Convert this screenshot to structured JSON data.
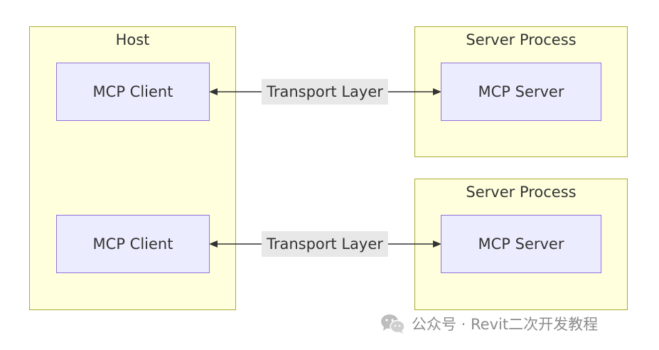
{
  "diagram": {
    "host": {
      "title": "Host"
    },
    "server_groups": [
      {
        "title": "Server Process"
      },
      {
        "title": "Server Process"
      }
    ],
    "clients": [
      {
        "label": "MCP Client"
      },
      {
        "label": "MCP Client"
      }
    ],
    "servers": [
      {
        "label": "MCP Server"
      },
      {
        "label": "MCP Server"
      }
    ],
    "edges": [
      {
        "label": "Transport Layer",
        "bidirectional": true
      },
      {
        "label": "Transport Layer",
        "bidirectional": true
      }
    ]
  },
  "colors": {
    "group_fill": "#ffffde",
    "group_border": "#aaaa33",
    "node_fill": "#ececff",
    "node_border": "#9370db",
    "edge_label_bg": "#e8e8e8",
    "line": "#333333",
    "watermark_text": "#8c8c8c"
  },
  "watermark": {
    "icon": "wechat-icon",
    "text": "公众号 · Revit二次开发教程"
  }
}
